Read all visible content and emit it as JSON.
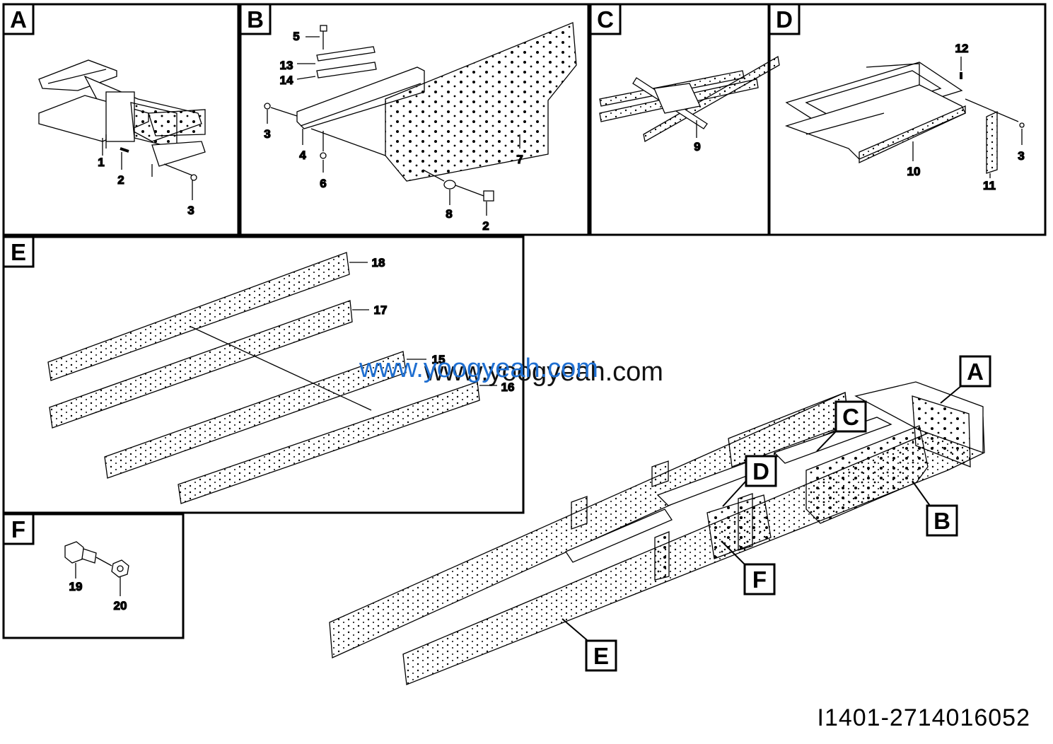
{
  "panels": {
    "A": {
      "label": "A",
      "parts": [
        "1",
        "2",
        "3"
      ]
    },
    "B": {
      "label": "B",
      "parts": [
        "5",
        "13",
        "14",
        "3",
        "4",
        "6",
        "7",
        "8",
        "2"
      ]
    },
    "C": {
      "label": "C",
      "parts": [
        "9"
      ]
    },
    "D": {
      "label": "D",
      "parts": [
        "12",
        "3",
        "10",
        "11"
      ]
    },
    "E": {
      "label": "E",
      "parts": [
        "18",
        "17",
        "15",
        "16"
      ]
    },
    "F": {
      "label": "F",
      "parts": [
        "19",
        "20"
      ]
    }
  },
  "overview_callouts": [
    "A",
    "B",
    "C",
    "D",
    "E",
    "F"
  ],
  "watermarks": [
    "www.yoogyeah.com",
    "www.yoogyeah.com"
  ],
  "drawing_code": "I1401-2714016052",
  "colors": {
    "line": "#000000",
    "background": "#ffffff",
    "watermark_blue": "#1f6fd1",
    "watermark_black": "#111111"
  }
}
